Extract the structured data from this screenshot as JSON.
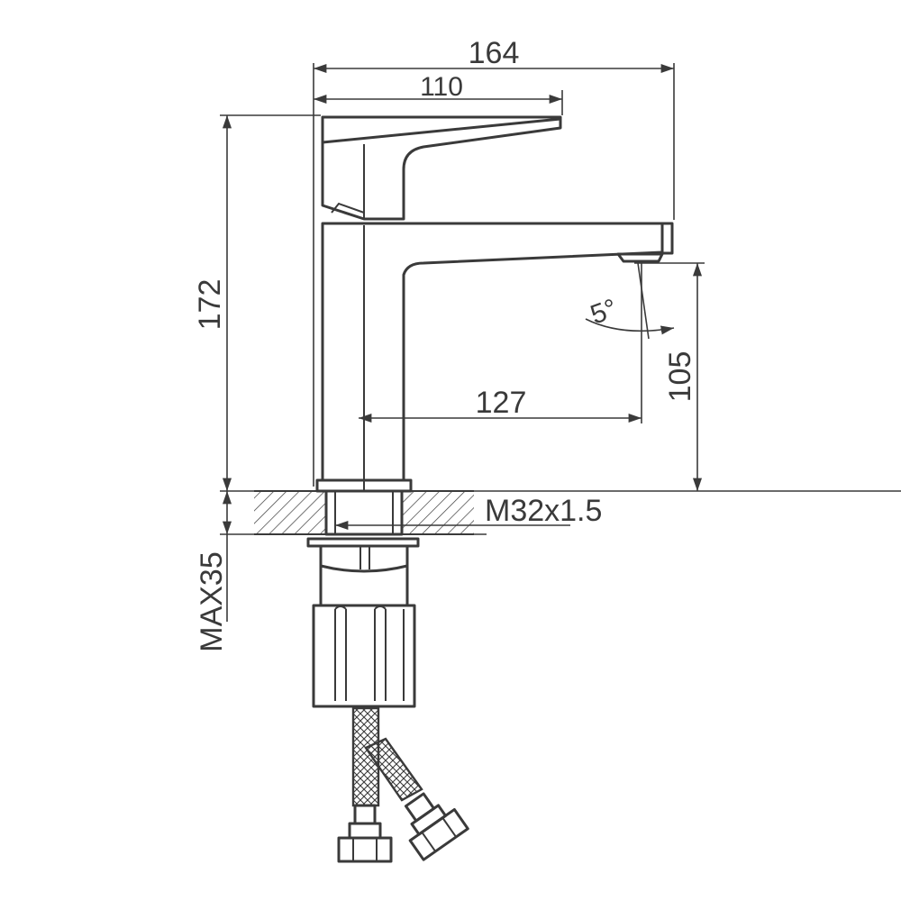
{
  "dimensions": {
    "overall_length": "164",
    "handle_length": "110",
    "overall_height": "172",
    "spout_reach": "127",
    "spout_height": "105",
    "spout_angle": "5°",
    "thread": "M32x1.5",
    "max_deck": "MAX35"
  },
  "colors": {
    "line": "#3a3a3a",
    "background": "#ffffff"
  }
}
